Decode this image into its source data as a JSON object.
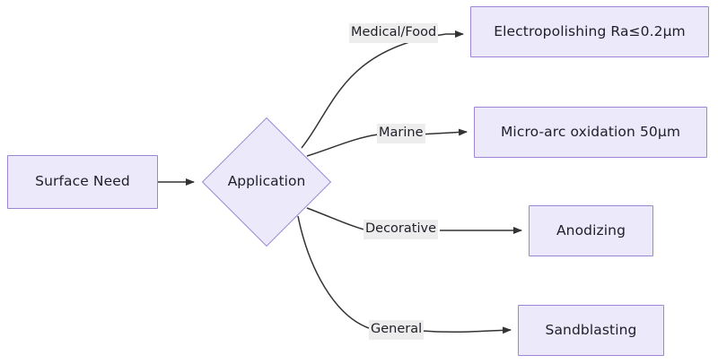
{
  "diagram": {
    "type": "flowchart",
    "direction": "left-to-right",
    "background_color": "#ffffff",
    "node_fill_color": "#ECEAFA",
    "node_border_color": "#9A86D4",
    "edge_color": "#333333",
    "edge_label_background": "#EDEDED",
    "nodes": {
      "start": {
        "label": "Surface Need",
        "shape": "rectangle"
      },
      "decision": {
        "label": "Application",
        "shape": "diamond"
      },
      "out1": {
        "label": "Electropolishing Ra≤0.2μm",
        "shape": "rectangle"
      },
      "out2": {
        "label": "Micro-arc oxidation 50μm",
        "shape": "rectangle"
      },
      "out3": {
        "label": "Anodizing",
        "shape": "rectangle"
      },
      "out4": {
        "label": "Sandblasting",
        "shape": "rectangle"
      }
    },
    "edges": [
      {
        "from": "start",
        "to": "decision",
        "label": ""
      },
      {
        "from": "decision",
        "to": "out1",
        "label": "Medical/Food"
      },
      {
        "from": "decision",
        "to": "out2",
        "label": "Marine"
      },
      {
        "from": "decision",
        "to": "out3",
        "label": "Decorative"
      },
      {
        "from": "decision",
        "to": "out4",
        "label": "General"
      }
    ]
  }
}
